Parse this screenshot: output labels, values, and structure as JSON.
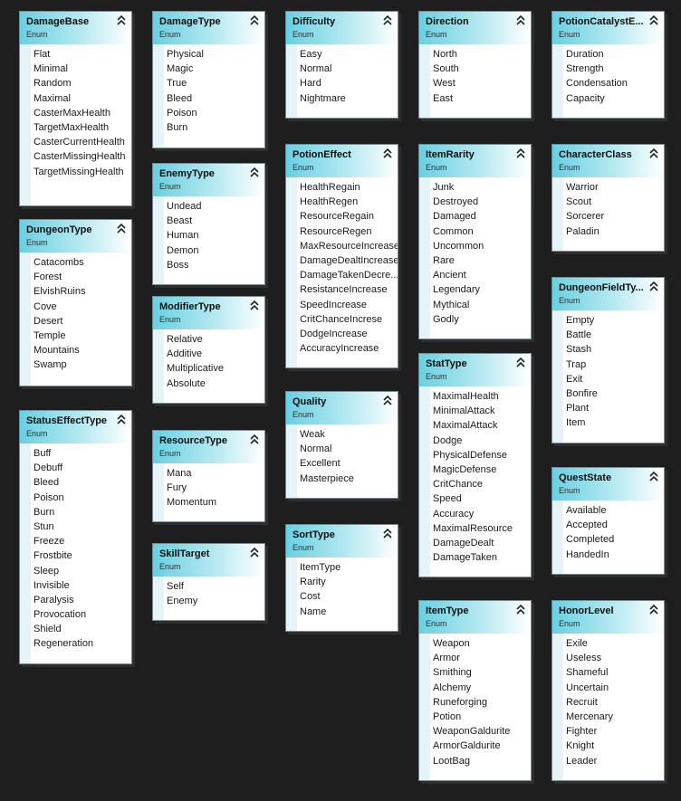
{
  "sub_label": "Enum",
  "enums": {
    "damage_base": {
      "title": "DamageBase",
      "values": [
        "Flat",
        "Minimal",
        "Random",
        "Maximal",
        "CasterMaxHealth",
        "TargetMaxHealth",
        "CasterCurrentHealth",
        "CasterMissingHealth",
        "TargetMissingHealth"
      ]
    },
    "dungeon_type": {
      "title": "DungeonType",
      "values": [
        "Catacombs",
        "Forest",
        "ElvishRuins",
        "Cove",
        "Desert",
        "Temple",
        "Mountains",
        "Swamp"
      ]
    },
    "status_effect_type": {
      "title": "StatusEffectType",
      "values": [
        "Buff",
        "Debuff",
        "Bleed",
        "Poison",
        "Burn",
        "Stun",
        "Freeze",
        "Frostbite",
        "Sleep",
        "Invisible",
        "Paralysis",
        "Provocation",
        "Shield",
        "Regeneration"
      ]
    },
    "damage_type": {
      "title": "DamageType",
      "values": [
        "Physical",
        "Magic",
        "True",
        "Bleed",
        "Poison",
        "Burn"
      ]
    },
    "enemy_type": {
      "title": "EnemyType",
      "values": [
        "Undead",
        "Beast",
        "Human",
        "Demon",
        "Boss"
      ]
    },
    "modifier_type": {
      "title": "ModifierType",
      "values": [
        "Relative",
        "Additive",
        "Multiplicative",
        "Absolute"
      ]
    },
    "resource_type": {
      "title": "ResourceType",
      "values": [
        "Mana",
        "Fury",
        "Momentum"
      ]
    },
    "skill_target": {
      "title": "SkillTarget",
      "values": [
        "Self",
        "Enemy"
      ]
    },
    "difficulty": {
      "title": "Difficulty",
      "values": [
        "Easy",
        "Normal",
        "Hard",
        "Nightmare"
      ]
    },
    "potion_effect": {
      "title": "PotionEffect",
      "values": [
        "HealthRegain",
        "HealthRegen",
        "ResourceRegain",
        "ResourceRegen",
        "MaxResourceIncrease",
        "DamageDealtIncrease",
        "DamageTakenDecre...",
        "ResistanceIncrease",
        "SpeedIncrease",
        "CritChanceIncrese",
        "DodgeIncrease",
        "AccuracyIncrease"
      ]
    },
    "quality": {
      "title": "Quality",
      "values": [
        "Weak",
        "Normal",
        "Excellent",
        "Masterpiece"
      ]
    },
    "sort_type": {
      "title": "SortType",
      "values": [
        "ItemType",
        "Rarity",
        "Cost",
        "Name"
      ]
    },
    "direction": {
      "title": "Direction",
      "values": [
        "North",
        "South",
        "West",
        "East"
      ]
    },
    "item_rarity": {
      "title": "ItemRarity",
      "values": [
        "Junk",
        "Destroyed",
        "Damaged",
        "Common",
        "Uncommon",
        "Rare",
        "Ancient",
        "Legendary",
        "Mythical",
        "Godly"
      ]
    },
    "stat_type": {
      "title": "StatType",
      "values": [
        "MaximalHealth",
        "MinimalAttack",
        "MaximalAttack",
        "Dodge",
        "PhysicalDefense",
        "MagicDefense",
        "CritChance",
        "Speed",
        "Accuracy",
        "MaximalResource",
        "DamageDealt",
        "DamageTaken"
      ]
    },
    "item_type": {
      "title": "ItemType",
      "values": [
        "Weapon",
        "Armor",
        "Smithing",
        "Alchemy",
        "Runeforging",
        "Potion",
        "WeaponGaldurite",
        "ArmorGaldurite",
        "LootBag"
      ]
    },
    "potion_catalyst": {
      "title": "PotionCatalystE...",
      "values": [
        "Duration",
        "Strength",
        "Condensation",
        "Capacity"
      ]
    },
    "character_class": {
      "title": "CharacterClass",
      "values": [
        "Warrior",
        "Scout",
        "Sorcerer",
        "Paladin"
      ]
    },
    "dungeon_field_type": {
      "title": "DungeonFieldTy...",
      "values": [
        "Empty",
        "Battle",
        "Stash",
        "Trap",
        "Exit",
        "Bonfire",
        "Plant",
        "Item"
      ]
    },
    "quest_state": {
      "title": "QuestState",
      "values": [
        "Available",
        "Accepted",
        "Completed",
        "HandedIn"
      ]
    },
    "honor_level": {
      "title": "HonorLevel",
      "values": [
        "Exile",
        "Useless",
        "Shameful",
        "Uncertain",
        "Recruit",
        "Mercenary",
        "Fighter",
        "Knight",
        "Leader"
      ]
    }
  }
}
